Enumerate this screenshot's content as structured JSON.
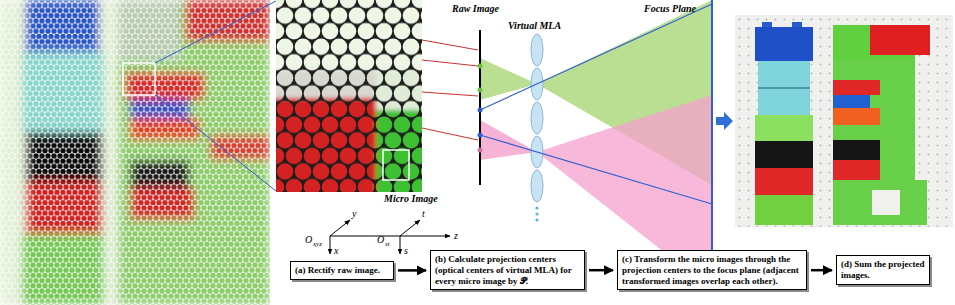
{
  "diagram": {
    "nodes": [
      {
        "text": [
          "(a) Rectify raw image."
        ]
      },
      {
        "text": [
          "(b) Calculate projection centers (optical centers of virtual MLA) for every micro image by 𝒫."
        ]
      },
      {
        "text": [
          "(c) Transform the micro images through the projection centers to the focus plane (adjacent transformed images overlap each other)."
        ]
      },
      {
        "text": [
          "(d) Sum the projected images."
        ]
      }
    ],
    "edges": [
      {
        "from": 0,
        "to": 1,
        "arrow": "to"
      },
      {
        "from": 1,
        "to": 2,
        "arrow": "to"
      },
      {
        "from": 2,
        "to": 3,
        "arrow": "to"
      }
    ],
    "labels": [
      "Raw Image",
      "Virtual MLA",
      "Focus Plane",
      "Micro Image",
      "O",
      "xyz",
      "y",
      "x",
      "O",
      "st",
      "t",
      "z",
      "s"
    ]
  }
}
